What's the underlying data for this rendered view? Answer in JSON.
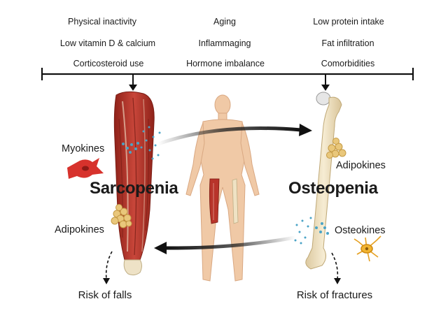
{
  "factors": {
    "left": [
      "Physical inactivity",
      "Low vitamin D & calcium",
      "Corticosteroid use"
    ],
    "center": [
      "Aging",
      "Inflammaging",
      "Hormone imbalance"
    ],
    "right": [
      "Low protein intake",
      "Fat infiltration",
      "Comorbidities"
    ]
  },
  "labels": {
    "myokines": "Myokines",
    "adipokines_left": "Adipokines",
    "adipokines_right": "Adipokines",
    "osteokines": "Osteokines",
    "sarcopenia": "Sarcopenia",
    "osteopenia": "Osteopenia"
  },
  "outcomes": {
    "falls": "Risk of falls",
    "fractures": "Risk of fractures"
  },
  "colors": {
    "muscle": "#b8342a",
    "bone": "#efe2c4",
    "skin": "#f0c9a6",
    "fat": "#e9c77b",
    "myokine_dots": "#4aa3c6",
    "cell_red": "#d7322c",
    "osteocyte": "#f2b430",
    "text": "#1a1a1a"
  },
  "icons": [
    "muscle-cell-icon",
    "fat-cell-icon",
    "osteocyte-icon"
  ]
}
